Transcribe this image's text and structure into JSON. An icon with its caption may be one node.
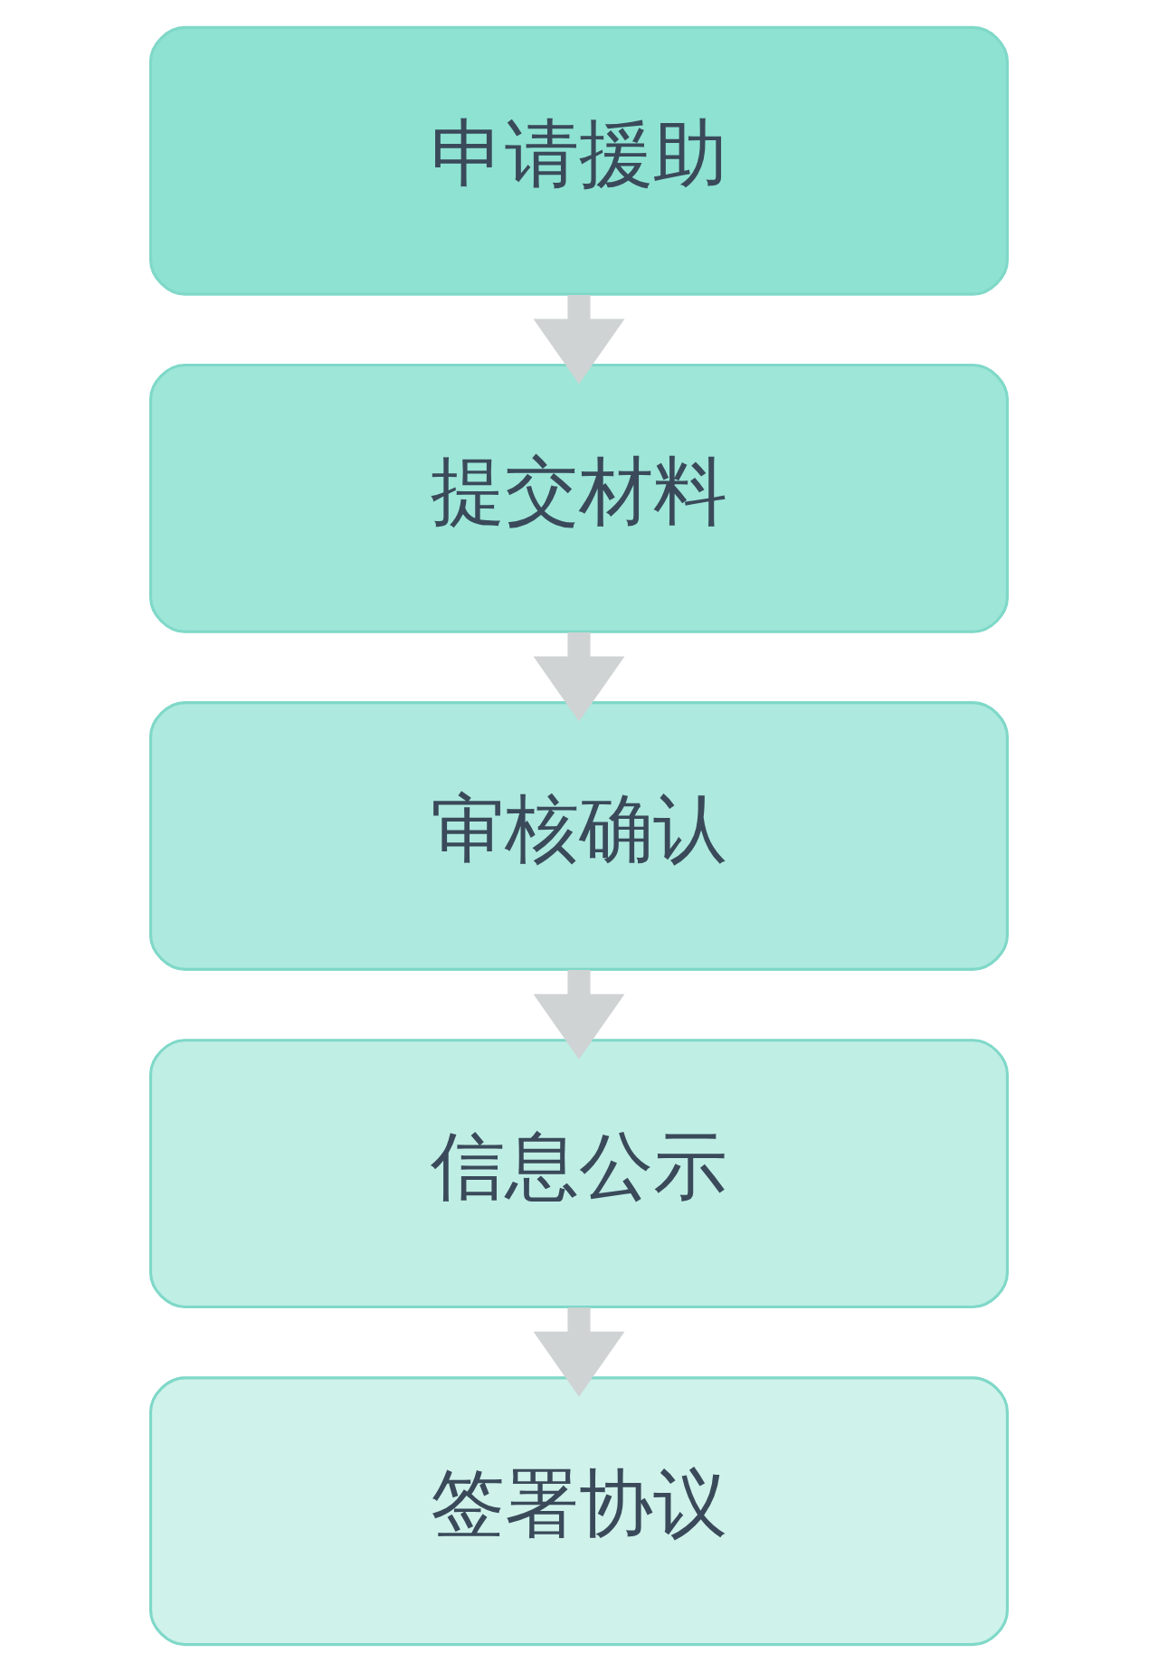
{
  "diagram": {
    "nodes": [
      {
        "text": [
          "申请援助"
        ]
      },
      {
        "text": [
          "提交材料"
        ]
      },
      {
        "text": [
          "审核确认"
        ]
      },
      {
        "text": [
          "信息公示"
        ]
      },
      {
        "text": [
          "签署协议"
        ]
      }
    ],
    "edges": [
      {
        "from": 0,
        "to": 1,
        "arrow": "to"
      },
      {
        "from": 1,
        "to": 2,
        "arrow": "to"
      },
      {
        "from": 2,
        "to": 3,
        "arrow": "to"
      },
      {
        "from": 3,
        "to": 4,
        "arrow": "to"
      }
    ]
  }
}
